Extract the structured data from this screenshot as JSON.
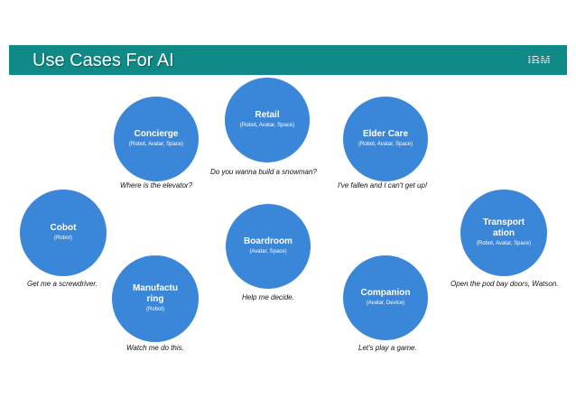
{
  "header": {
    "title": "Use Cases For AI",
    "logo": "IBM",
    "banner_color": "#0f8a87"
  },
  "node_color": "#3a86d8",
  "nodes": [
    {
      "id": "retail",
      "title": "Retail",
      "subtitle": "(Robot, Avatar, Space)",
      "quote": "Do you wanna build a snowman?"
    },
    {
      "id": "concierge",
      "title": "Concierge",
      "subtitle": "(Robot, Avatar, Space)",
      "quote": "Where is the elevator?"
    },
    {
      "id": "elder-care",
      "title": "Elder Care",
      "subtitle": "(Robot, Avatar, Space)",
      "quote": "I've fallen and I can't get up!"
    },
    {
      "id": "cobot",
      "title": "Cobot",
      "subtitle": "(Robot)",
      "quote": "Get me a screwdriver."
    },
    {
      "id": "boardroom",
      "title": "Boardroom",
      "subtitle": "(Avatar, Space)",
      "quote": "Help me decide."
    },
    {
      "id": "transportation",
      "title": "Transportation",
      "subtitle": "(Robot, Avatar, Space)",
      "quote": "Open the pod bay doors, Watson."
    },
    {
      "id": "manufacturing",
      "title": "Manufacturing",
      "subtitle": "(Robot)",
      "quote": "Watch me do this."
    },
    {
      "id": "companion",
      "title": "Companion",
      "subtitle": "(Avatar, Device)",
      "quote": "Let's play a game."
    }
  ]
}
